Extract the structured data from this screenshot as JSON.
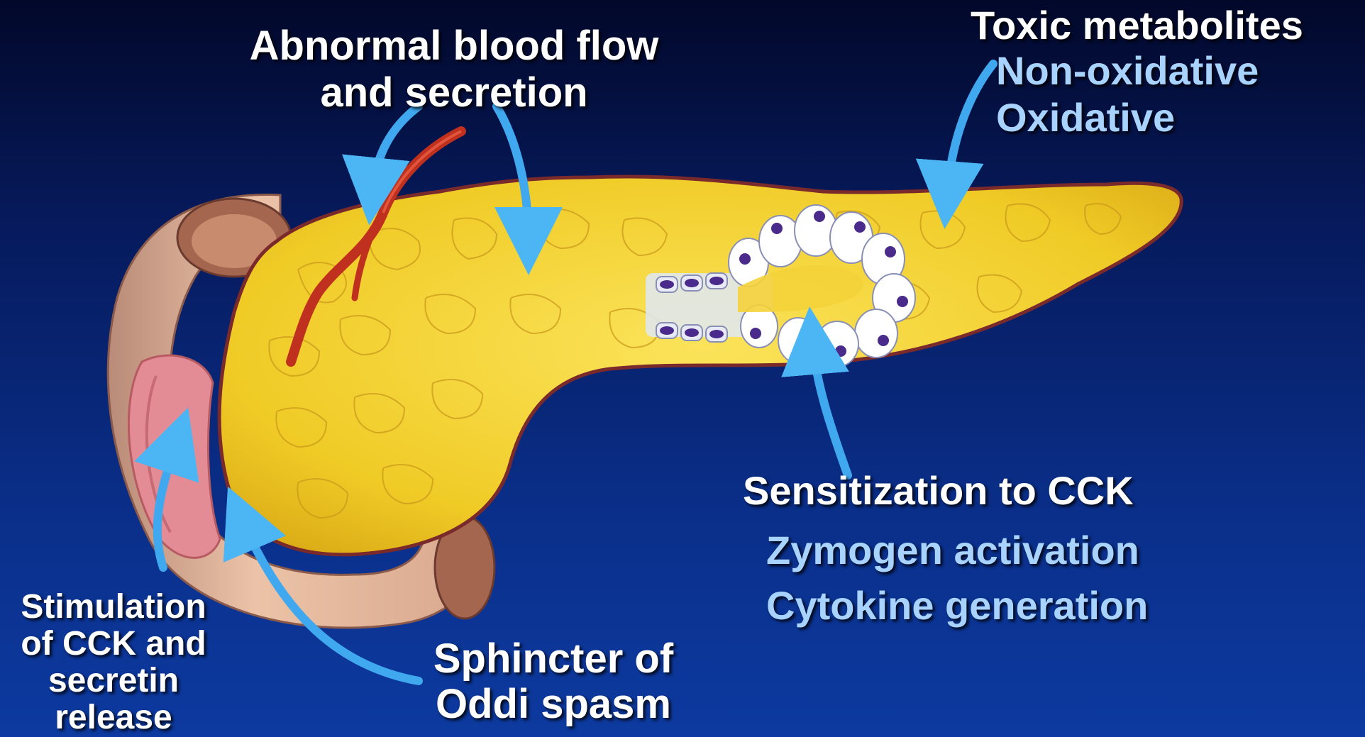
{
  "labels": {
    "blood_flow_line1": "Abnormal blood flow",
    "blood_flow_line2": "and secretion",
    "toxic_title": "Toxic metabolites",
    "toxic_sub1": "Non-oxidative",
    "toxic_sub2": "Oxidative",
    "cck_title": "Sensitization to CCK",
    "cck_sub1": "Zymogen activation",
    "cck_sub2": "Cytokine generation",
    "stim_line1": "Stimulation",
    "stim_line2": "of CCK and",
    "stim_line3": "secretin",
    "stim_line4": "release",
    "oddi_line1": "Sphincter of",
    "oddi_line2": "Oddi spasm"
  },
  "colors": {
    "pancreas": "#f2cf2e",
    "pancreas_outline": "#7a2a2a",
    "duodenum": "#e2b49a",
    "artery": "#c0301e",
    "arrow": "#3fa8ee",
    "text_primary": "#ffffff",
    "text_secondary": "#a9d3ff"
  }
}
